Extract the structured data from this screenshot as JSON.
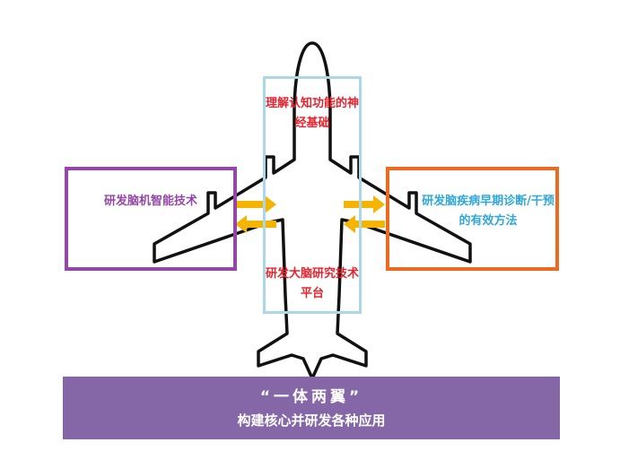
{
  "core": {
    "top_text": "理解认知功能的神经基础",
    "bottom_text": "研发大脑研究技术平台"
  },
  "left_wing": {
    "text": "研发脑机智能技术"
  },
  "right_wing": {
    "text": "研发脑疾病早期诊断/干预的有效方法"
  },
  "banner": {
    "title": "“一体两翼”",
    "subtitle": "构建核心并研发各种应用"
  },
  "colors": {
    "core_border": "#a9d8e8",
    "left_border": "#9547a8",
    "right_border": "#ee6a22",
    "arrow": "#f5b400",
    "banner_bg": "#8567a8",
    "core_text": "#e8232d",
    "right_text": "#2fa7d9"
  }
}
